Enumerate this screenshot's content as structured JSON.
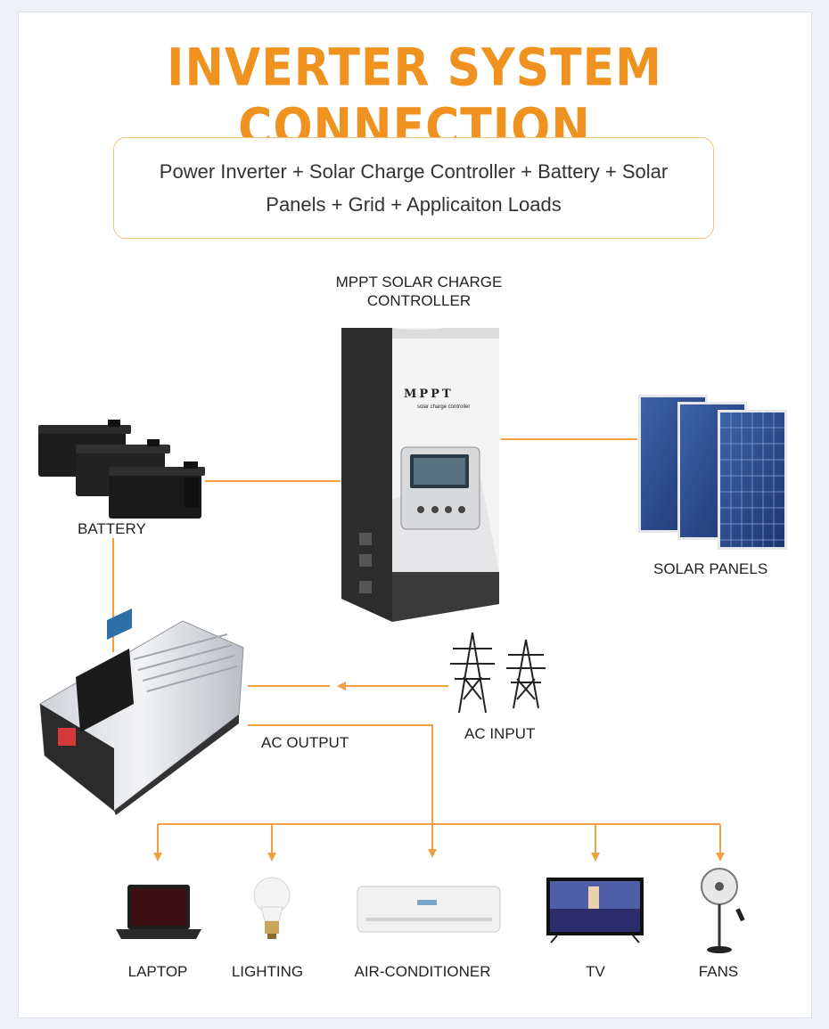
{
  "title": "INVERTER SYSTEM CONNECTION",
  "subtitle": "Power Inverter + Solar Charge Controller + Battery + Solar Panels + Grid + Applicaiton Loads",
  "components": {
    "controller": {
      "label_line1": "MPPT SOLAR CHARGE",
      "label_line2": "CONTROLLER",
      "brand": "MPPT",
      "brand_sub": "solar charge controller"
    },
    "battery": {
      "label": "BATTERY"
    },
    "solar_panels": {
      "label": "SOLAR PANELS"
    },
    "ac_input": {
      "label": "AC INPUT"
    },
    "ac_output": {
      "label": "AC OUTPUT"
    }
  },
  "loads": [
    {
      "label": "LAPTOP",
      "icon": "laptop-icon"
    },
    {
      "label": "LIGHTING",
      "icon": "light-bulb-icon"
    },
    {
      "label": "AIR-CONDITIONER",
      "icon": "air-conditioner-icon"
    },
    {
      "label": "TV",
      "icon": "tv-icon"
    },
    {
      "label": "FANS",
      "icon": "fan-icon"
    }
  ],
  "colors": {
    "accent": "#f0921f",
    "line": "#f0a040",
    "text": "#222222"
  }
}
